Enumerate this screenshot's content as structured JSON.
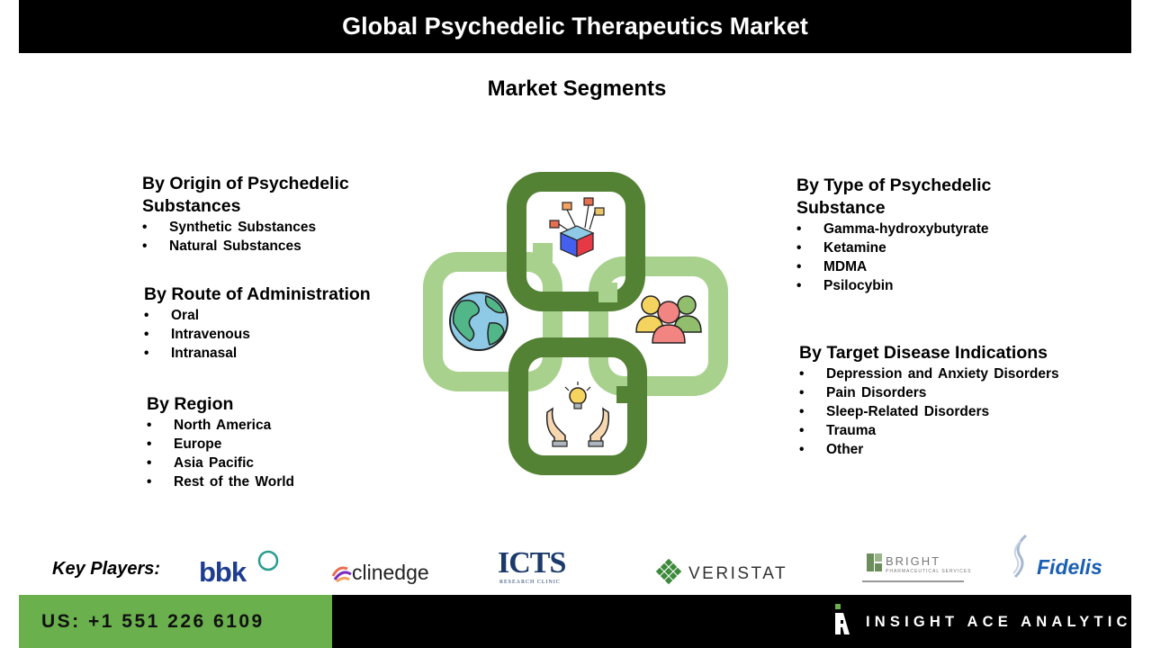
{
  "header": {
    "title": "Global Psychedelic Therapeutics Market"
  },
  "subtitle": "Market Segments",
  "segments": {
    "origin": {
      "title": "By Origin  of Psychedelic Substances",
      "items": [
        "Synthetic  Substances",
        "Natural  Substances"
      ]
    },
    "route": {
      "title": "By Route of Administration",
      "items": [
        "Oral",
        "Intravenous",
        "Intranasal"
      ]
    },
    "region": {
      "title": "By Region",
      "items": [
        "North America",
        "Europe",
        "Asia  Pacific",
        "Rest of the World"
      ]
    },
    "type": {
      "title": "By Type of Psychedelic Substance",
      "items": [
        "Gamma-hydroxybutyrate",
        "Ketamine",
        "MDMA",
        "Psilocybin"
      ]
    },
    "disease": {
      "title": "By Target Disease Indications",
      "items": [
        "Depression  and Anxiety Disorders",
        "Pain Disorders",
        "Sleep-Related  Disorders",
        "Trauma",
        "Other"
      ]
    }
  },
  "bullet": "•",
  "key_players": {
    "label": "Key Players:",
    "logos": {
      "bbk": "bbk",
      "clinedge": "clinedge",
      "icts": "ICTS",
      "icts_sub": "RESEARCH CLINIC",
      "veristat": "VERISTAT",
      "bright": "BRIGHT",
      "bright_sub": "PHARMACEUTICAL SERVICES",
      "fidelis": "Fidelis"
    }
  },
  "footer": {
    "phone": "US: +1 551 226 6109",
    "brand": "INSIGHT ACE ANALYTIC"
  },
  "colors": {
    "dark_green": "#548235",
    "light_green": "#a9d18e",
    "footer_green": "#6ab04c",
    "bbk_blue": "#1f3d8f",
    "fidelis_blue": "#1a5fb4",
    "veristat_green": "#3c8a3c"
  },
  "icons": [
    "blockchain-icon",
    "globe-icon",
    "people-icon",
    "idea-hands-icon"
  ]
}
